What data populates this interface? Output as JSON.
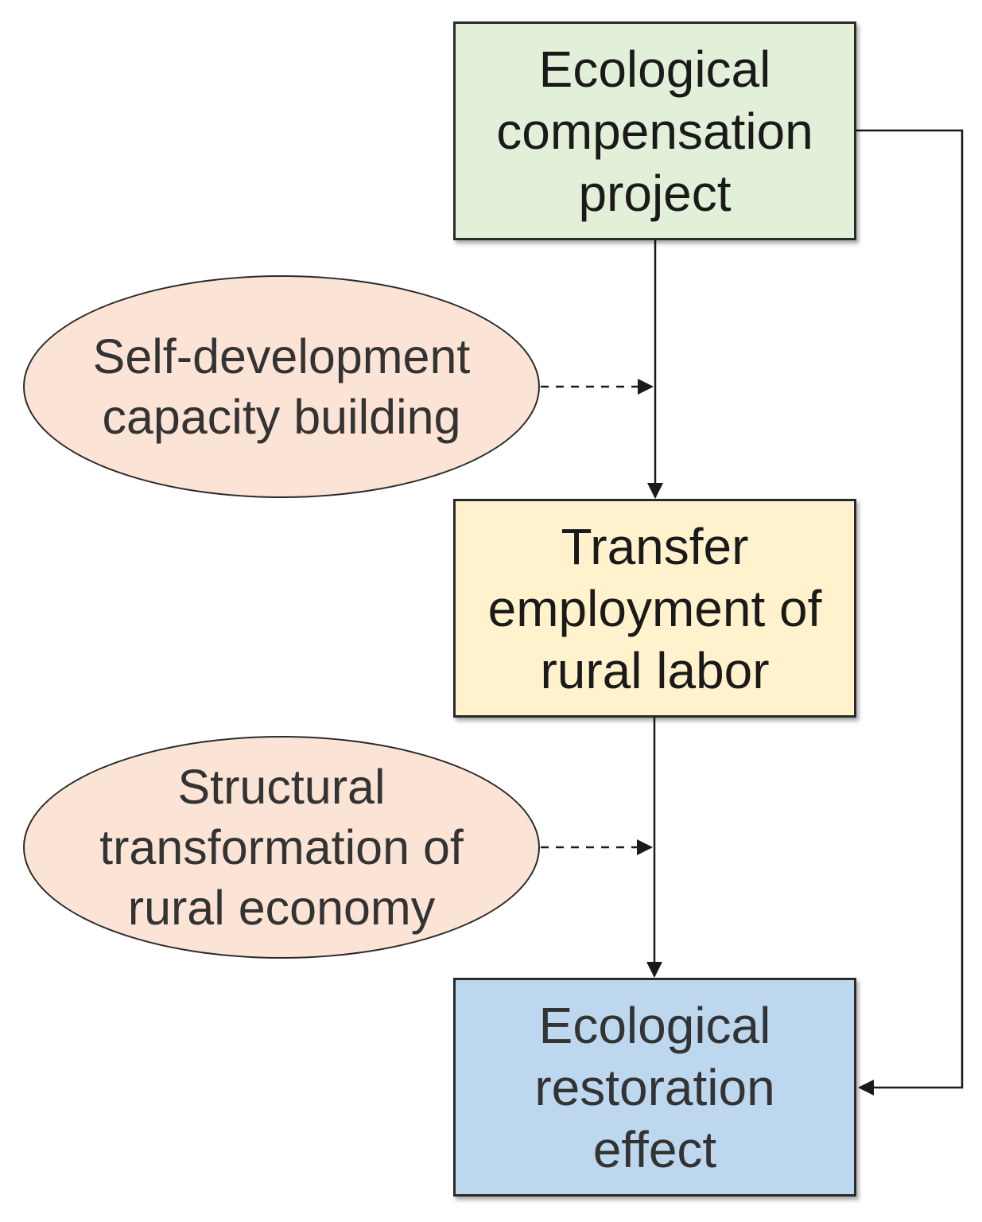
{
  "diagram": {
    "nodes": {
      "project": {
        "lines": [
          "Ecological",
          "compensation",
          "project"
        ],
        "fill": "#e2efd9"
      },
      "transfer": {
        "lines": [
          "Transfer",
          "employment of",
          "rural labor"
        ],
        "fill": "#fff2cc"
      },
      "effect": {
        "lines": [
          "Ecological",
          "restoration",
          "effect"
        ],
        "fill": "#bdd7ee"
      },
      "self_development": {
        "lines": [
          "Self-development",
          "capacity building"
        ],
        "fill": "#fbe4d5"
      },
      "structural": {
        "lines": [
          "Structural",
          "transformation of",
          "rural economy"
        ],
        "fill": "#fbe4d5"
      }
    },
    "edges": [
      {
        "from": "project",
        "to": "transfer",
        "style": "solid"
      },
      {
        "from": "transfer",
        "to": "effect",
        "style": "solid"
      },
      {
        "from": "project",
        "to": "effect",
        "style": "solid"
      },
      {
        "from": "self_development",
        "to": "project-transfer-link",
        "style": "dashed"
      },
      {
        "from": "structural",
        "to": "transfer-effect-link",
        "style": "dashed"
      }
    ]
  }
}
